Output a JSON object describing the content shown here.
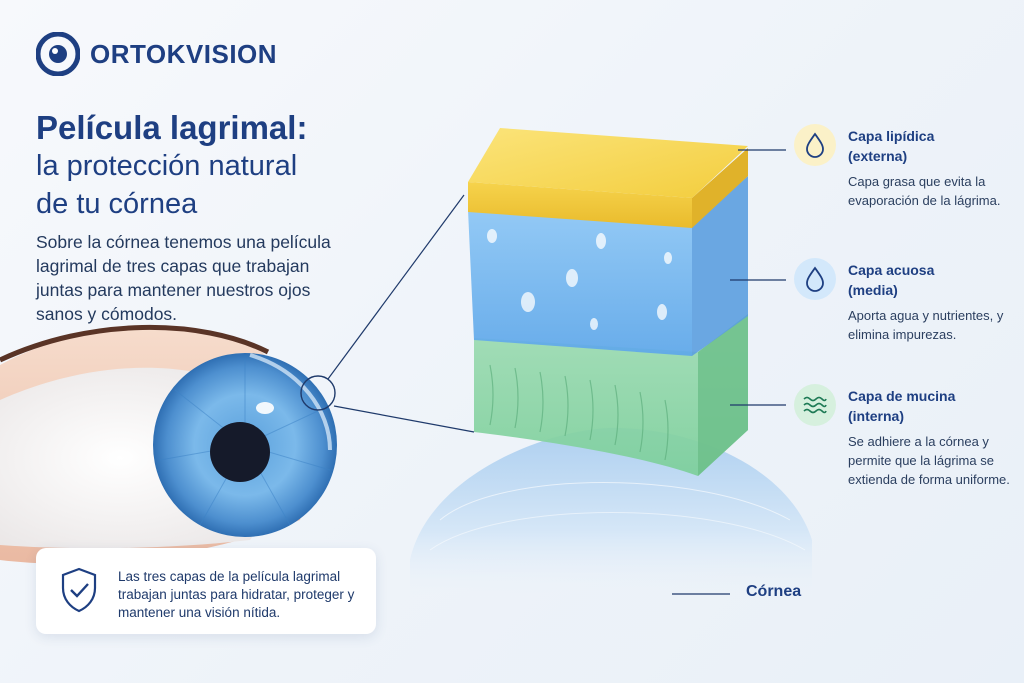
{
  "brand": {
    "name": "ORTOKVISION",
    "color": "#1e3f82"
  },
  "headline": {
    "line1": "Película lagrimal:",
    "line2": "la protección natural",
    "line3": "de tu córnea"
  },
  "intro": "Sobre la córnea tenemos una película lagrimal de tres capas que trabajan juntas para mantener nuestros ojos sanos y cómodos.",
  "layers": [
    {
      "title_line1": "Capa lipídica",
      "title_line2": "(externa)",
      "description": "Capa grasa que evita la evaporación de la lágrima.",
      "icon": "drop-icon",
      "color": "#f2cf4a"
    },
    {
      "title_line1": "Capa acuosa",
      "title_line2": "(media)",
      "description": "Aporta agua y nutrientes, y elimina impurezas.",
      "icon": "drop-icon",
      "color": "#6fb4ec"
    },
    {
      "title_line1": "Capa de mucina",
      "title_line2": "(interna)",
      "description": "Se adhiere a la córnea y permite que la lágrima se extienda de forma uniforme.",
      "icon": "waves-icon",
      "color": "#7fcf9f"
    }
  ],
  "cornea_label": "Córnea",
  "note": {
    "text": "Las tres capas de la película lagrimal trabajan juntas para hidratar, proteger y mantener una visión nítida.",
    "icon": "shield-check-icon"
  }
}
